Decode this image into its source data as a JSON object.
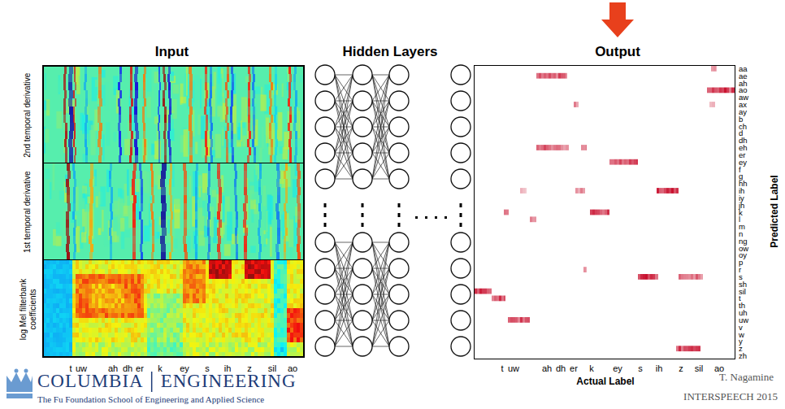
{
  "diagram": {
    "nodes": [
      {
        "text": [
          "Input"
        ]
      },
      {
        "text": [
          "2nd temporal derivative"
        ],
        "in": 0
      },
      {
        "text": [
          "1st temporal derivative"
        ],
        "in": 0
      },
      {
        "text": [
          "log Mel filterbank coefficients"
        ],
        "in": 0
      },
      {
        "text": [
          "Output"
        ]
      }
    ],
    "labels": [
      "Hidden Layers",
      "t",
      "uw",
      "ah",
      "dh",
      "er",
      "k",
      "ey",
      "s",
      "ih",
      "z",
      "sil",
      "ao",
      "t",
      "uw",
      "ah",
      "dh",
      "er",
      "k",
      "ey",
      "s",
      "ih",
      "z",
      "sil",
      "ao",
      "aa",
      "ae",
      "ah",
      "ao",
      "aw",
      "ax",
      "ay",
      "b",
      "ch",
      "d",
      "dh",
      "eh",
      "er",
      "ey",
      "f",
      "g",
      "hh",
      "ih",
      "iy",
      "jh",
      "k",
      "l",
      "m",
      "n",
      "ng",
      "ow",
      "oy",
      "p",
      "r",
      "s",
      "sh",
      "sil",
      "t",
      "th",
      "uh",
      "uw",
      "v",
      "w",
      "y",
      "z",
      "zh",
      "Predicted Label",
      "Actual Label",
      "COLUMBIA",
      "ENGINEERING",
      "The Fu Foundation School of Engineering and Applied Science",
      "T. Nagamine",
      "INTERSPEECH 2015"
    ]
  }
}
